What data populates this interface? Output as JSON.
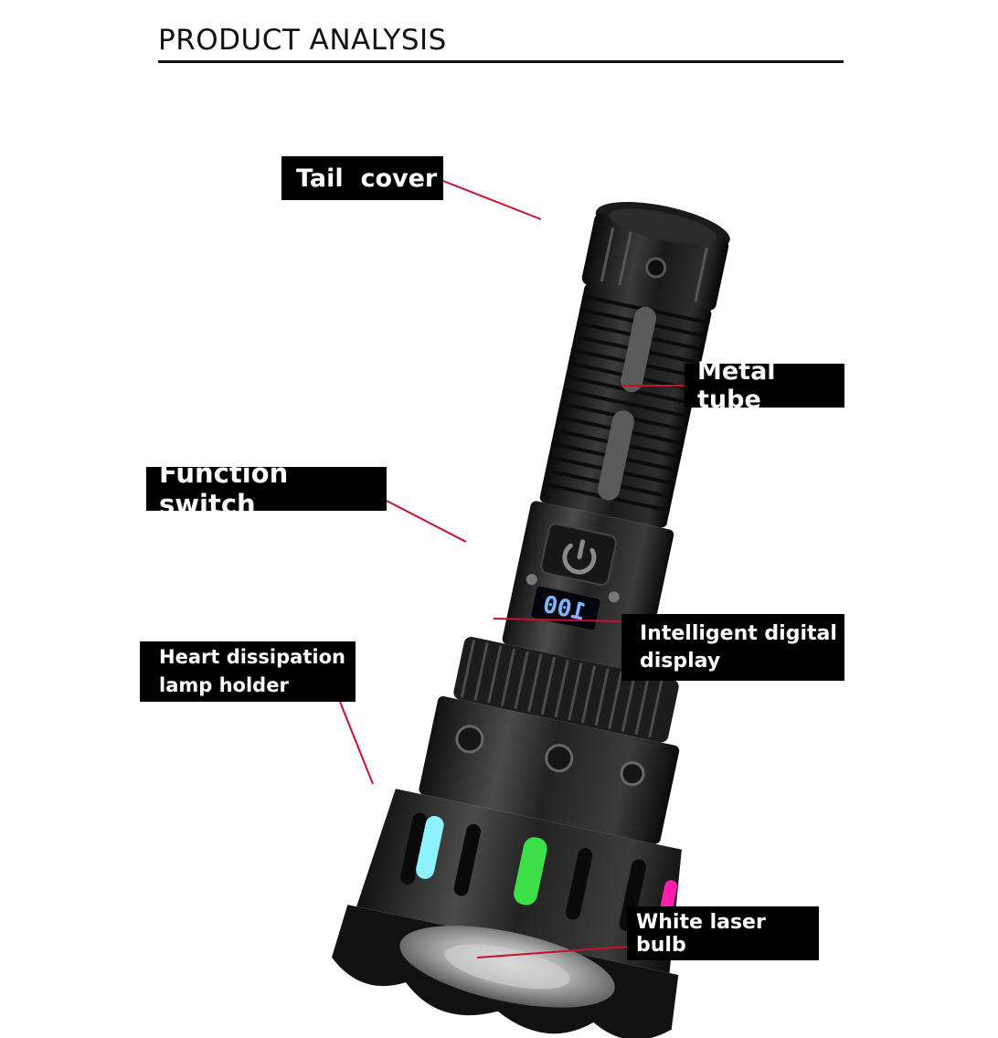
{
  "header": {
    "title": "PRODUCT ANALYSIS"
  },
  "labels": {
    "tail_cover": "Tail  cover",
    "metal_tube": "Metal tube",
    "function_switch": "Function switch",
    "digital_display": "Intelligent digital\ndisplay",
    "heat_holder": "Heart dissipation\nlamp holder",
    "laser_bulb": "White laser bulb"
  },
  "display_readout": "100",
  "colors": {
    "leader_line": "#c8102e",
    "label_bg": "#000000",
    "label_text": "#ffffff",
    "led_cyan": "#8ff3ff",
    "led_green": "#3ee04a",
    "led_magenta": "#ff1fa8",
    "screen_digits": "#7fb6ff"
  }
}
